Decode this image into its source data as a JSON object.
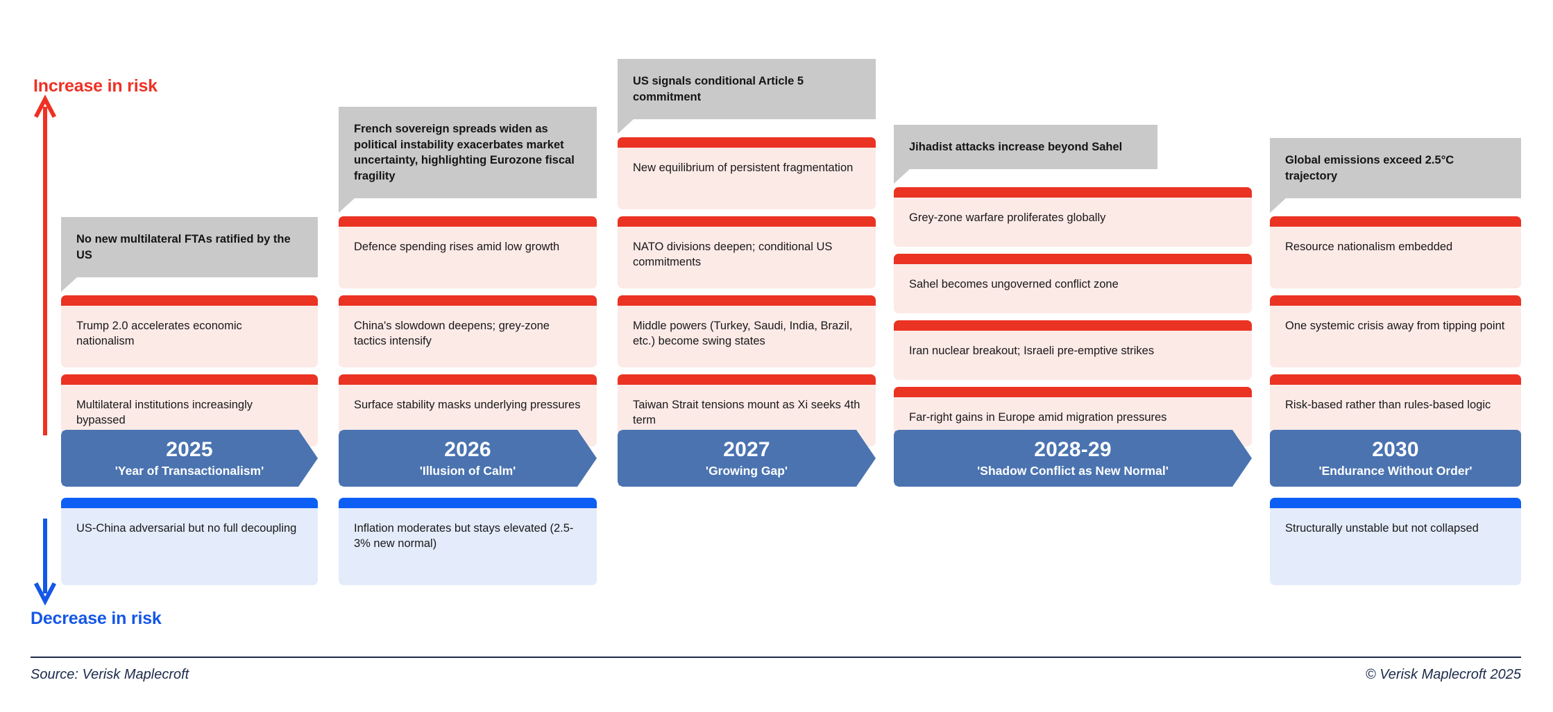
{
  "axis": {
    "increase_label": "Increase in risk",
    "decrease_label": "Decrease in risk",
    "increase_color": "#ee3124",
    "decrease_color": "#1457e6",
    "up_arrow_icon": "arrow-up-icon",
    "down_arrow_icon": "arrow-down-icon"
  },
  "colors": {
    "risk_up_bar": "#ea3323",
    "risk_up_body": "#fceae7",
    "risk_down_bar": "#0d5ef4",
    "risk_down_body": "#e4ecfb",
    "callout": "#c9c9c9",
    "year_banner": "#4a73b0",
    "footer": "#1b2a4a"
  },
  "columns": [
    {
      "year": "2025",
      "theme": "'Year of Transactionalism'",
      "callout": "No new multilateral FTAs ratified by the US",
      "risk_up": [
        "Trump 2.0 accelerates economic nationalism",
        "Multilateral institutions increasingly bypassed"
      ],
      "risk_down": [
        "US-China adversarial but no full decoupling"
      ]
    },
    {
      "year": "2026",
      "theme": "'Illusion of Calm'",
      "callout": "French sovereign spreads widen as political instability exacerbates market uncertainty, highlighting Eurozone fiscal fragility",
      "risk_up": [
        "Defence spending rises amid low growth",
        "China's slowdown deepens; grey-zone tactics intensify",
        "Surface stability masks underlying pressures"
      ],
      "risk_down": [
        "Inflation moderates but stays elevated (2.5-3% new normal)"
      ]
    },
    {
      "year": "2027",
      "theme": "'Growing Gap'",
      "callout": "US signals conditional Article 5 commitment",
      "risk_up": [
        "New equilibrium of persistent fragmentation",
        "NATO divisions deepen; conditional US commitments",
        "Middle powers (Turkey, Saudi, India, Brazil, etc.) become swing states",
        "Taiwan Strait tensions mount as Xi seeks 4th term"
      ],
      "risk_down": []
    },
    {
      "year": "2028-29",
      "theme": "'Shadow Conflict as New Normal'",
      "callout": "Jihadist attacks increase beyond Sahel",
      "risk_up": [
        "Grey-zone warfare proliferates globally",
        "Sahel becomes ungoverned conflict zone",
        "Iran nuclear breakout; Israeli pre-emptive strikes",
        "Far-right gains in Europe amid migration pressures"
      ],
      "risk_down": []
    },
    {
      "year": "2030",
      "theme": "'Endurance Without Order'",
      "callout": "Global emissions exceed 2.5°C trajectory",
      "risk_up": [
        "Resource nationalism embedded",
        "One systemic crisis away from tipping point",
        "Risk-based rather than rules-based logic"
      ],
      "risk_down": [
        "Structurally unstable but not collapsed"
      ]
    }
  ],
  "footer": {
    "source": "Source: Verisk Maplecroft",
    "copyright": "© Verisk Maplecroft 2025"
  }
}
